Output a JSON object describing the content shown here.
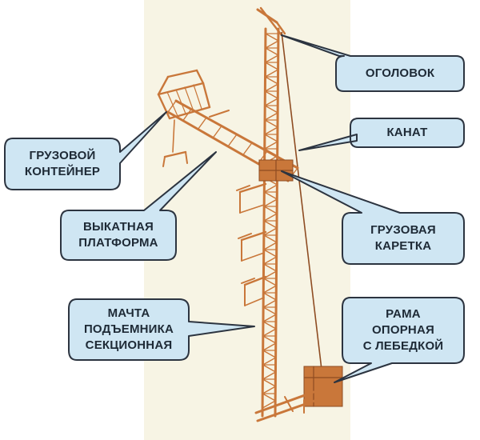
{
  "colors": {
    "backdrop": "#f7f4e4",
    "structure": "#c9773a",
    "structure_dark": "#8e4c22",
    "bubble_fill": "#cfe6f3",
    "bubble_stroke": "#2c3440",
    "label_text": "#1e2a36"
  },
  "labels": {
    "head": "ОГОЛОВОК",
    "rope": "КАНАТ",
    "container": [
      "ГРУЗОВОЙ",
      "КОНТЕЙНЕР"
    ],
    "platform": [
      "ВЫКАТНАЯ",
      "ПЛАТФОРМА"
    ],
    "carriage": [
      "ГРУЗОВАЯ",
      "КАРЕТКА"
    ],
    "mast": [
      "МАЧТА",
      "ПОДЪЕМНИКА",
      "СЕКЦИОННАЯ"
    ],
    "frame": [
      "РАМА",
      "ОПОРНАЯ",
      "С ЛЕБЕДКОЙ"
    ]
  }
}
